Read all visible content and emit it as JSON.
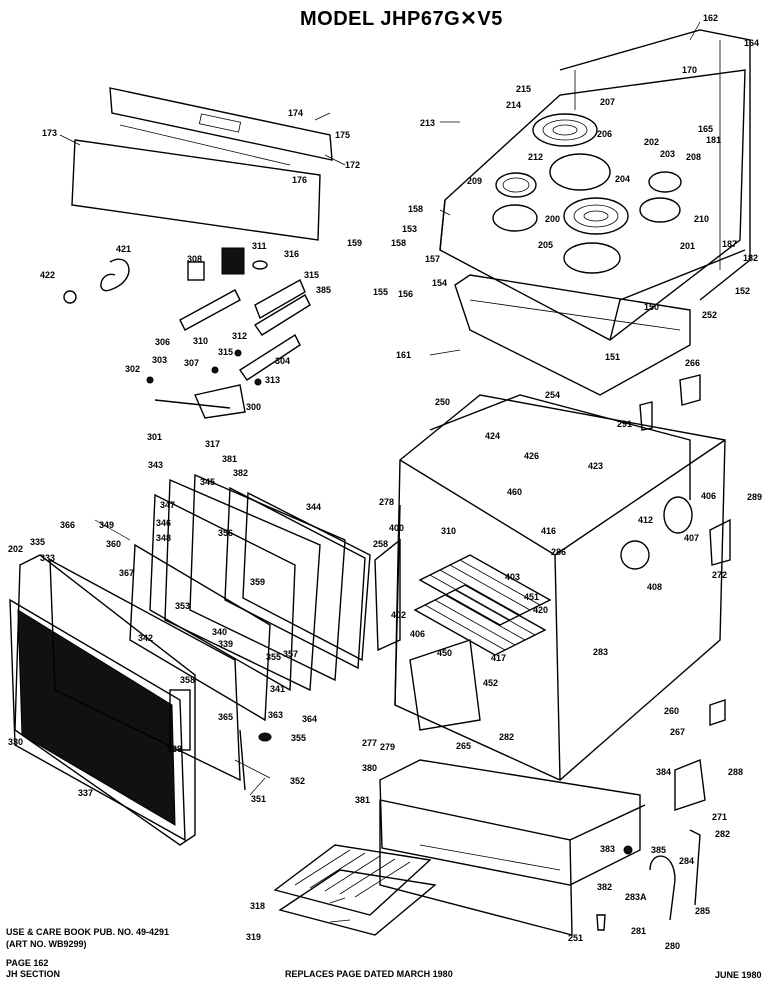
{
  "header": {
    "title": "MODEL JHP67G✕V5"
  },
  "footer": {
    "pub_line1": "USE & CARE BOOK PUB. NO. 49-4291",
    "pub_line2": "(ART NO. WB9299)",
    "page": "PAGE 162",
    "section": "JH SECTION",
    "replaces": "REPLACES PAGE DATED MARCH 1980",
    "date": "JUNE 1980"
  },
  "callouts": [
    "162",
    "164",
    "170",
    "173",
    "174",
    "175",
    "176",
    "172",
    "215",
    "214",
    "213",
    "207",
    "206",
    "202",
    "203",
    "208",
    "212",
    "209",
    "204",
    "165",
    "181",
    "158",
    "210",
    "200",
    "205",
    "201",
    "187",
    "182",
    "421",
    "422",
    "308",
    "311",
    "316",
    "315",
    "385",
    "153",
    "159",
    "158",
    "157",
    "156",
    "155",
    "154",
    "152",
    "306",
    "310",
    "312",
    "315",
    "304",
    "252",
    "302",
    "303",
    "307",
    "313",
    "300",
    "301",
    "317",
    "161",
    "150",
    "151",
    "266",
    "254",
    "250",
    "291",
    "424",
    "426",
    "423",
    "289",
    "381",
    "382",
    "345",
    "343",
    "347",
    "346",
    "348",
    "356",
    "344",
    "460",
    "278",
    "310",
    "416",
    "406",
    "412",
    "407",
    "400",
    "258",
    "403",
    "286",
    "272",
    "366",
    "349",
    "335",
    "333",
    "360",
    "367",
    "359",
    "353",
    "451",
    "420",
    "402",
    "406",
    "408",
    "417",
    "450",
    "452",
    "283",
    "202",
    "339",
    "342",
    "340",
    "355",
    "357",
    "341",
    "363",
    "364",
    "358",
    "365",
    "338",
    "355",
    "352",
    "351",
    "330",
    "337",
    "277",
    "279",
    "265",
    "282",
    "260",
    "267",
    "380",
    "384",
    "288",
    "381",
    "271",
    "383",
    "385",
    "282",
    "284",
    "382",
    "283A",
    "281",
    "285",
    "251",
    "280",
    "318",
    "319"
  ]
}
